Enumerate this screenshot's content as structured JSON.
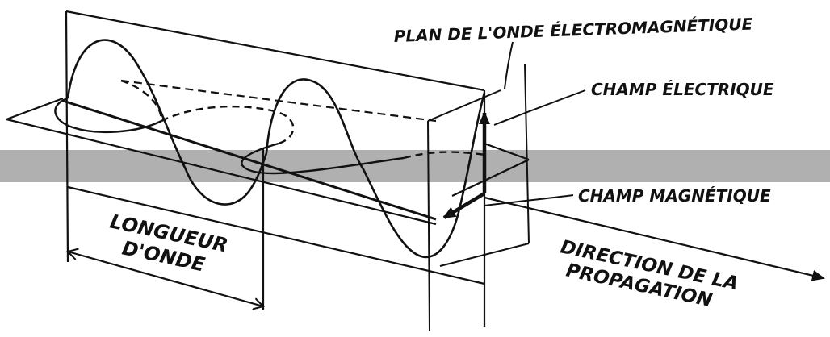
{
  "labels": {
    "plane": "PLAN DE L'ONDE ÉLECTROMAGNÉTIQUE",
    "electric": "CHAMP ÉLECTRIQUE",
    "magnetic": "CHAMP MAGNÉTIQUE",
    "wavelength_line1": "LONGUEUR",
    "wavelength_line2": "D'ONDE",
    "direction_line1": "DIRECTION DE LA",
    "direction_line2": "PROPAGATION"
  },
  "colors": {
    "ink": "#111111",
    "band": "#b0b0b0",
    "background": "#ffffff"
  }
}
